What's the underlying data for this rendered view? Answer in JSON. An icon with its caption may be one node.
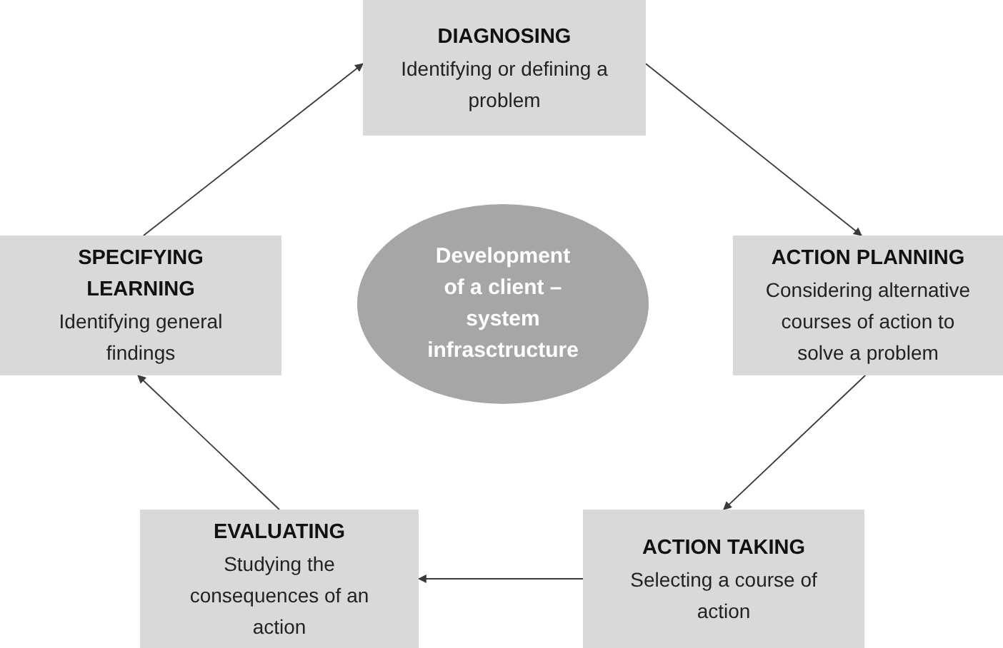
{
  "diagram": {
    "nodes": [
      {
        "text": [
          "DIAGNOSING",
          "Identifying or defining a problem"
        ]
      },
      {
        "text": [
          "SPECIFYING LEARNING",
          "Identifying general findings"
        ]
      },
      {
        "text": [
          "Development of a client – system infrasctructure"
        ]
      },
      {
        "text": [
          "ACTION PLANNING",
          "Considering alternative courses of action to solve a problem"
        ]
      },
      {
        "text": [
          "EVALUATING",
          "Studying the consequences of an action"
        ]
      },
      {
        "text": [
          "ACTION TAKING",
          "Selecting a course of action"
        ]
      }
    ],
    "edges": [
      {
        "from": 0,
        "to": 3,
        "arrow": "to"
      },
      {
        "from": 3,
        "to": 5,
        "arrow": "to"
      },
      {
        "from": 5,
        "to": 4,
        "arrow": "to"
      },
      {
        "from": 4,
        "to": 1,
        "arrow": "to"
      },
      {
        "from": 1,
        "to": 0,
        "arrow": "to"
      }
    ]
  }
}
